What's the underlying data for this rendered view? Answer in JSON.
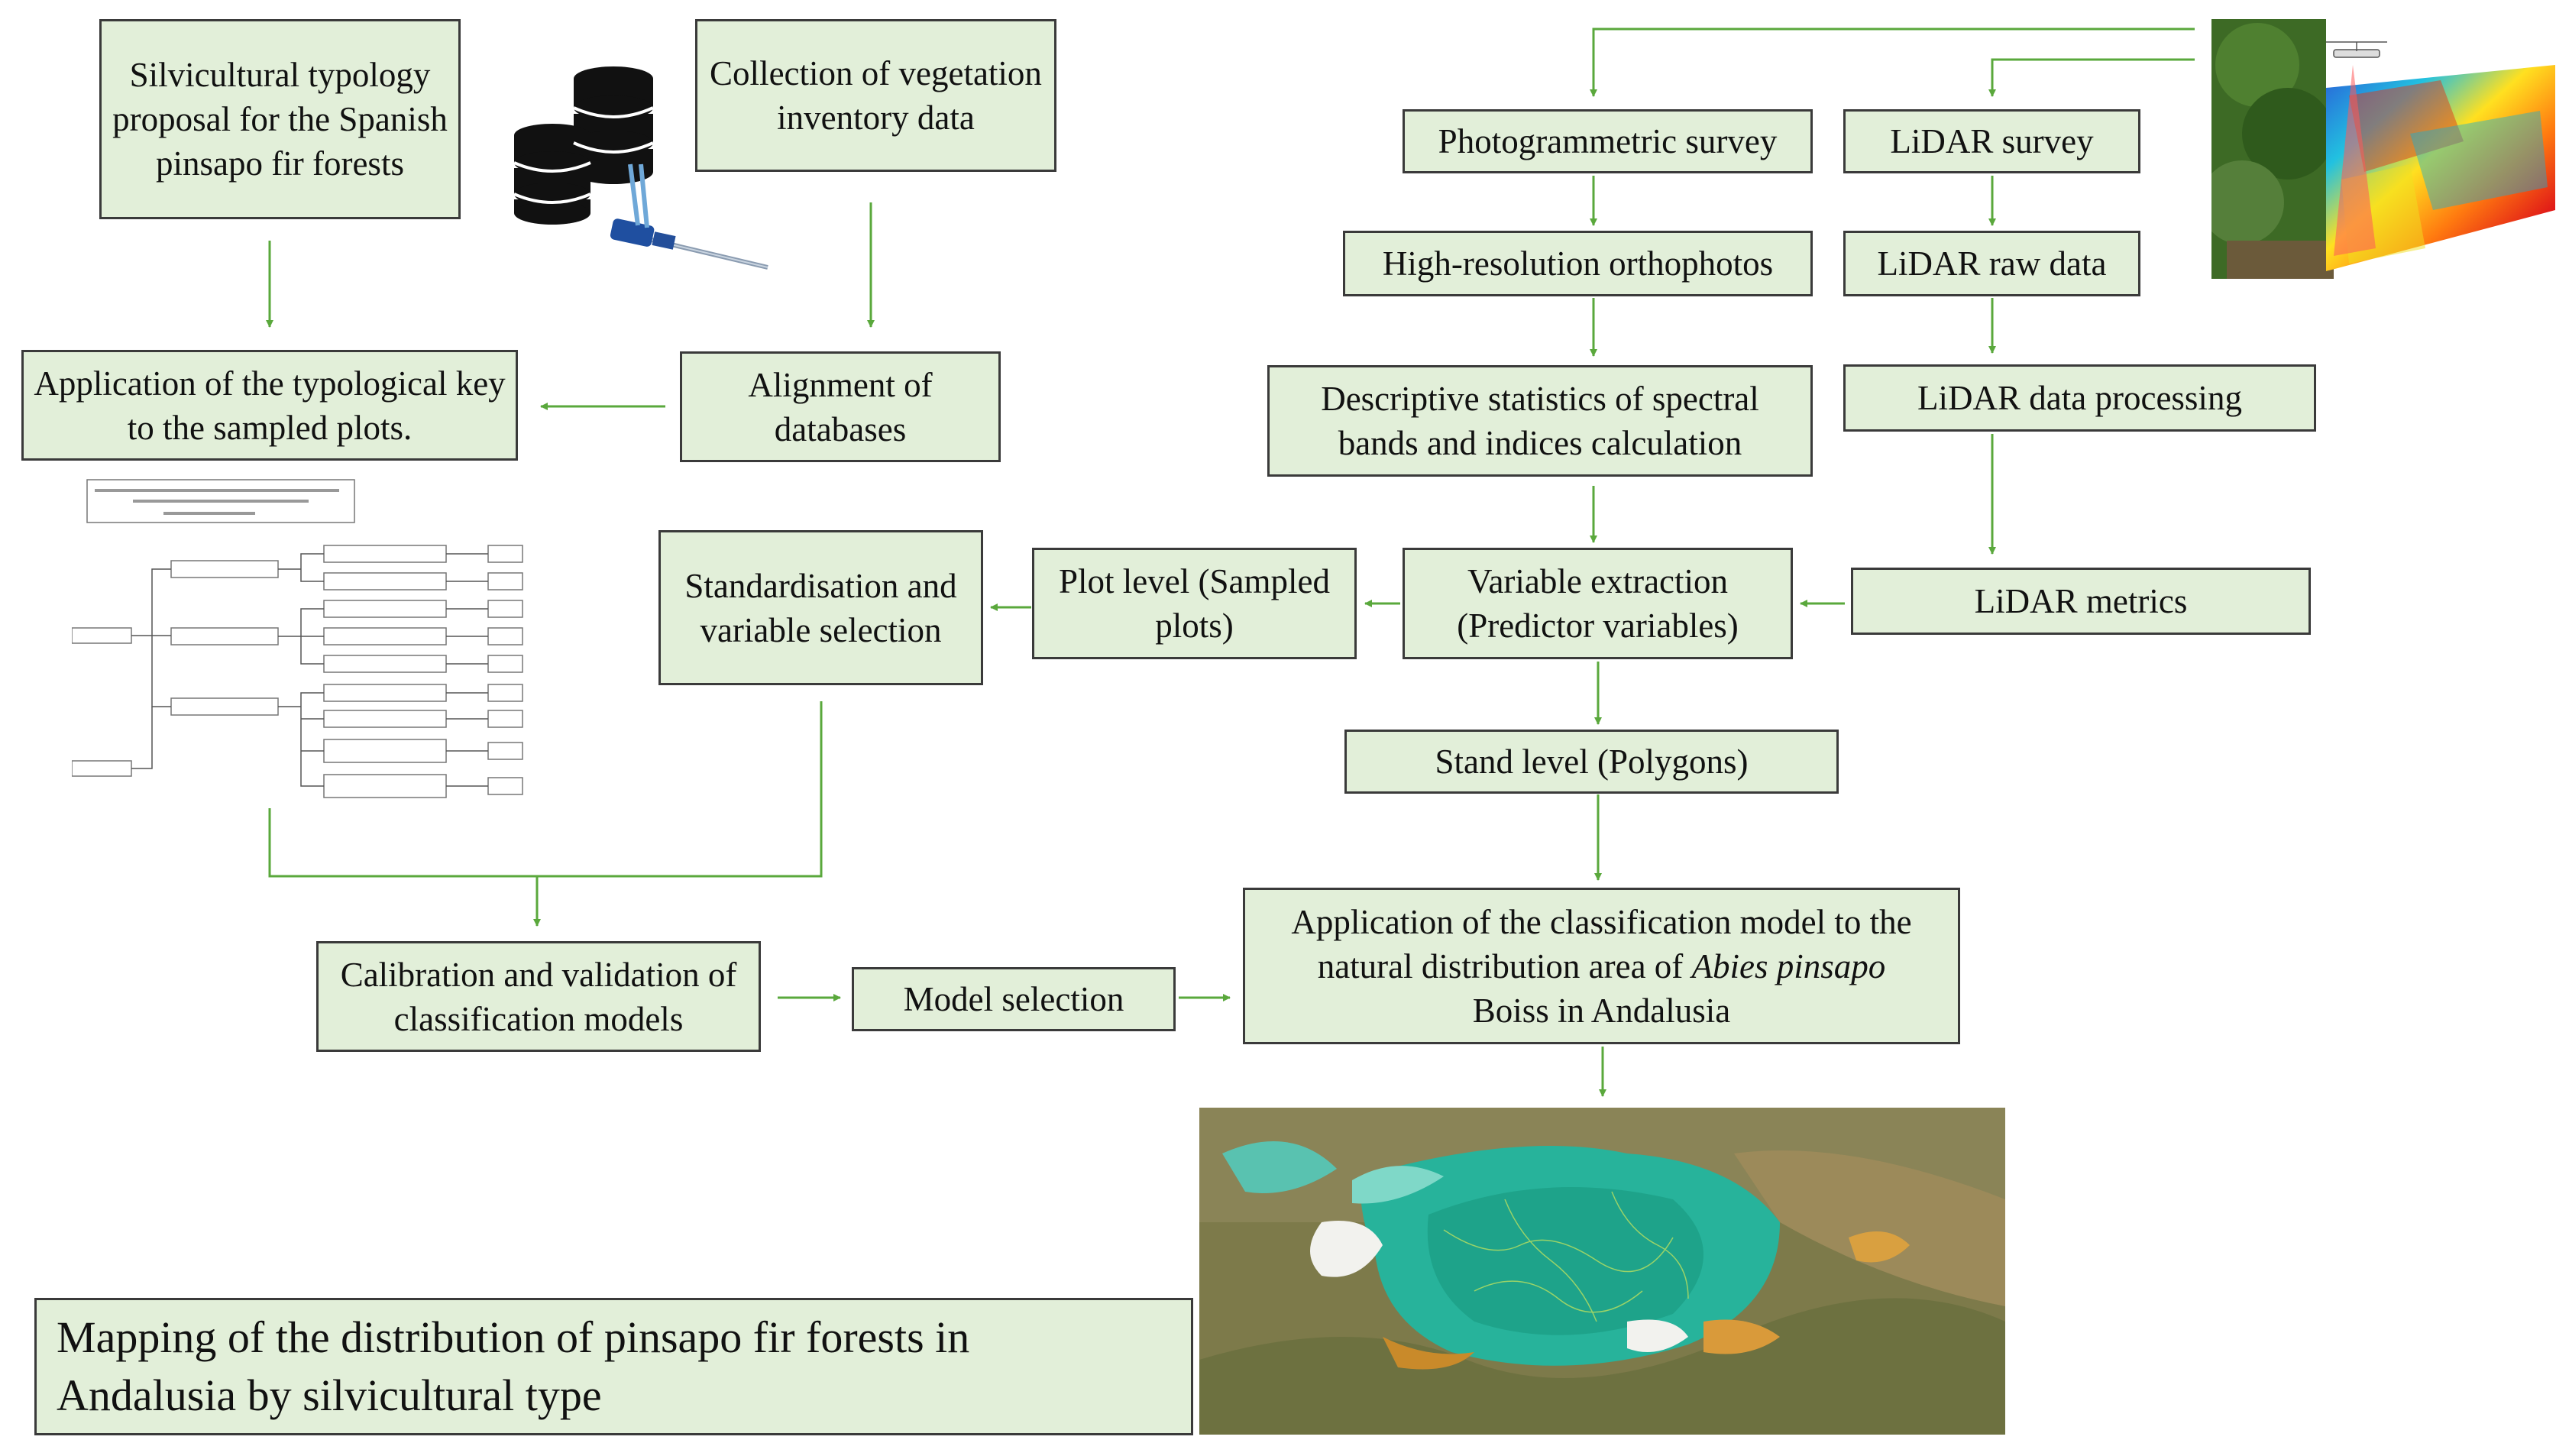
{
  "boxes": {
    "typology": "Silvicultural typology proposal for the Spanish pinsapo fir forests",
    "collection": "Collection of vegetation inventory data",
    "application_key": "Application of the typological key to the sampled plots.",
    "alignment": "Alignment of databases",
    "standardisation": "Standardisation and variable selection",
    "plot_level": "Plot level (Sampled plots)",
    "variable_extraction": "Variable extraction (Predictor variables)",
    "lidar_metrics": "LiDAR metrics",
    "photogrammetric": "Photogrammetric survey",
    "lidar_survey": "LiDAR survey",
    "orthophotos": "High-resolution orthophotos",
    "lidar_raw": "LiDAR raw data",
    "descriptive": "Descriptive statistics of spectral bands and indices calculation",
    "lidar_processing": "LiDAR data processing",
    "stand_level": "Stand level (Polygons)",
    "calibration": "Calibration and validation of classification models",
    "model_selection": "Model selection",
    "application_model_1": "Application of the classification model to the natural distribution area of",
    "application_model_species": "Abies pinsapo",
    "application_model_2": "Boiss in Andalusia",
    "mapping": "Mapping of the distribution of pinsapo fir forests in Andalusia by silvicultural type"
  },
  "colors": {
    "box_fill": "#e2efd9",
    "box_border": "#3a3a3a",
    "arrow": "#5aa83c"
  },
  "icons": [
    "database-icon",
    "caliper-icon",
    "lidar-drone-icon",
    "classification-key-thumbnail",
    "distribution-map-image"
  ]
}
